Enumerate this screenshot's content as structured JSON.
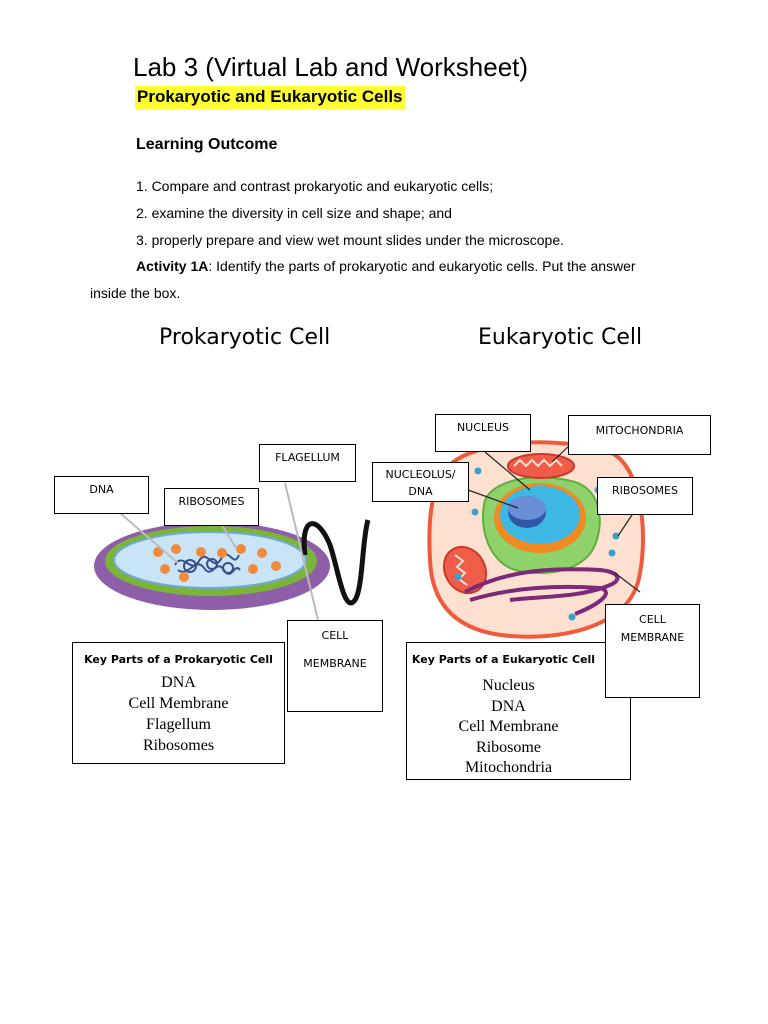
{
  "header": {
    "title": "Lab 3 (Virtual Lab and Worksheet)",
    "subtitle": "Prokaryotic and Eukaryotic Cells"
  },
  "learning_outcome": {
    "heading": "Learning Outcome",
    "items": [
      "1. Compare and contrast prokaryotic and eukaryotic cells;",
      "2. examine the diversity in cell size and shape; and",
      "3. properly prepare and view wet mount slides under the microscope."
    ]
  },
  "activity": {
    "label": "Activity 1A",
    "text": ": Identify the parts of prokaryotic and eukaryotic cells. Put the answer",
    "continuation": "inside the box."
  },
  "prokaryotic": {
    "heading": "Prokaryotic Cell",
    "labels": {
      "dna": "DNA",
      "ribosomes": "RIBOSOMES",
      "flagellum": "FLAGELLUM",
      "cell_line1": "CELL",
      "cell_line2": "MEMBRANE"
    },
    "key_title": "Key Parts of a Prokaryotic Cell",
    "key_items": [
      "DNA",
      "Cell Membrane",
      "Flagellum",
      "Ribosomes"
    ]
  },
  "eukaryotic": {
    "heading": "Eukaryotic Cell",
    "labels": {
      "nucleus": "NUCLEUS",
      "mitochondria": "MITOCHONDRIA",
      "nucleolus_line1": "NUCLEOLUS/",
      "nucleolus_line2": "DNA",
      "ribosomes": "RIBOSOMES",
      "cell_line1": "CELL",
      "cell_line2": "MEMBRANE"
    },
    "key_title": "Key Parts of a Eukaryotic Cell",
    "key_items": [
      "Nucleus",
      "DNA",
      "Cell Membrane",
      "Ribosome",
      "Mitochondria"
    ]
  }
}
